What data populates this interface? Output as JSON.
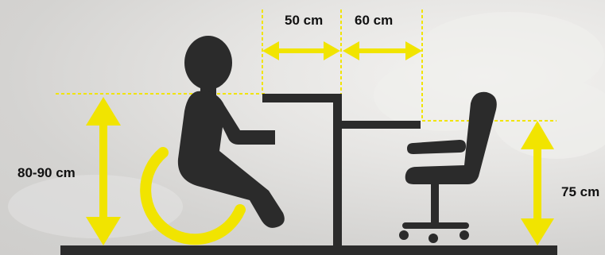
{
  "measurements": {
    "table_depth_user": "50 cm",
    "table_depth_chair": "60 cm",
    "table_height_wheelchair": "80-90 cm",
    "table_height_chair": "75 cm"
  },
  "colors": {
    "accent": "#f1e400",
    "figure": "#2b2b2b",
    "text": "#111111"
  },
  "icons": [
    "wheelchair-user-icon",
    "office-chair-icon",
    "table-icon"
  ]
}
